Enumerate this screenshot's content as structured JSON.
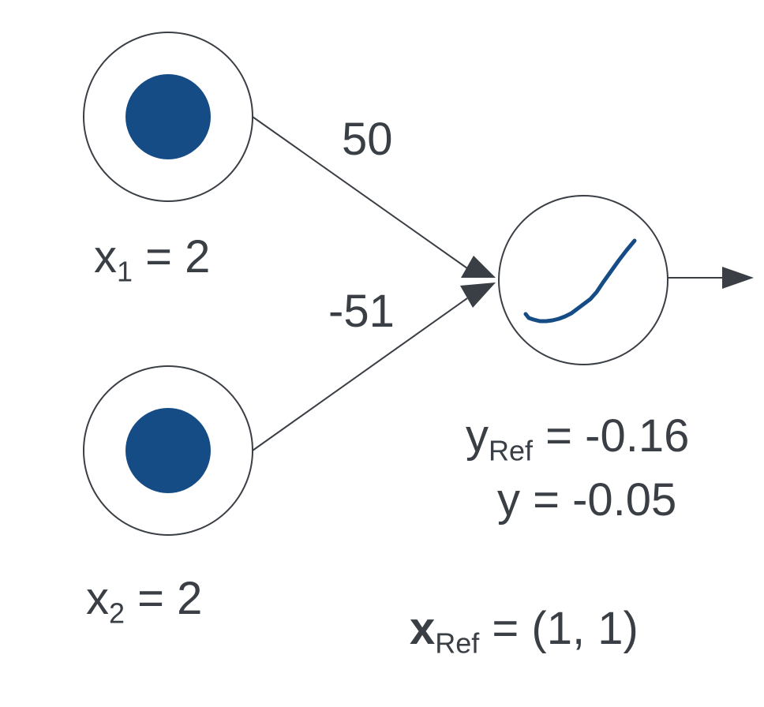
{
  "colors": {
    "node_fill": "#154c85",
    "stroke": "#3a3f45",
    "curve": "#154c85"
  },
  "inputs": [
    {
      "var": "x",
      "index": "1",
      "value": "= 2"
    },
    {
      "var": "x",
      "index": "2",
      "value": "= 2"
    }
  ],
  "weights": [
    "50",
    "-51"
  ],
  "output": {
    "y_ref": {
      "var": "y",
      "sub": "Ref",
      "value": "= -0.16"
    },
    "y": "y = -0.05"
  },
  "x_ref": {
    "var": "x",
    "sub": "Ref",
    "value": "= (1, 1)"
  },
  "activation_icon": "activation-curve-icon",
  "output_arrow": "arrow-right-icon"
}
